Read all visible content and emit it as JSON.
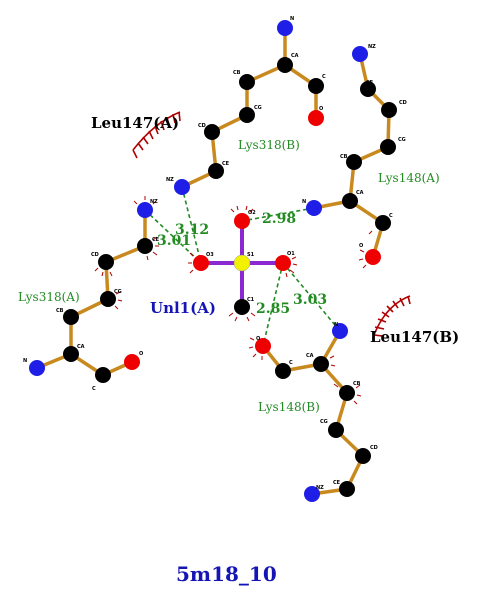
{
  "title": "5m18_10",
  "ligand": {
    "name": "Unl1(A)"
  },
  "residues": {
    "lys318b": "Lys318(B)",
    "lys148a": "Lys148(A)",
    "lys318a": "Lys318(A)",
    "lys148b": "Lys148(B)"
  },
  "hydrophobic": {
    "leu147a": "Leu147(A)",
    "leu147b": "Leu147(B)"
  },
  "hbonds": [
    {
      "label": "3.12"
    },
    {
      "label": "3.01"
    },
    {
      "label": "2.98"
    },
    {
      "label": "2.85"
    },
    {
      "label": "3.03"
    }
  ],
  "atom_labels": {
    "n1": "N",
    "ca1": "CA",
    "c1": "C",
    "o1": "O",
    "cb1": "CB",
    "cg1": "CG",
    "cd1": "CD",
    "ce1": "CE",
    "nz1": "NZ",
    "nz2": "NZ",
    "ce2": "CE",
    "cd2": "CD",
    "cg2": "CG",
    "cb2": "CB",
    "ca2": "CA",
    "n2": "N",
    "c2": "C",
    "o2": "O",
    "nz3": "NZ",
    "ce3": "CE",
    "cd3": "CD",
    "cg3": "CG",
    "cb3": "CB",
    "ca3": "CA",
    "n3": "N",
    "c3": "C",
    "o3": "O",
    "n4": "N",
    "ca4": "CA",
    "c4": "C",
    "o4": "O",
    "cb4": "CB",
    "cg4": "CG",
    "cd4": "CD",
    "ce4": "CE",
    "nz4": "NZ",
    "s1": "S1",
    "o1l": "O1",
    "o2l": "O2",
    "o3l": "O3",
    "c1l": "C1"
  },
  "colors": {
    "carbon": "#000000",
    "nitrogen": "#1E1EE6",
    "oxygen": "#EE0000",
    "sulfur": "#F2F200",
    "residue_bond": "#C88A1E",
    "ligand_bond": "#8A28D2",
    "hbond": "#228B22",
    "hydrophobic_arc": "#B00000"
  }
}
